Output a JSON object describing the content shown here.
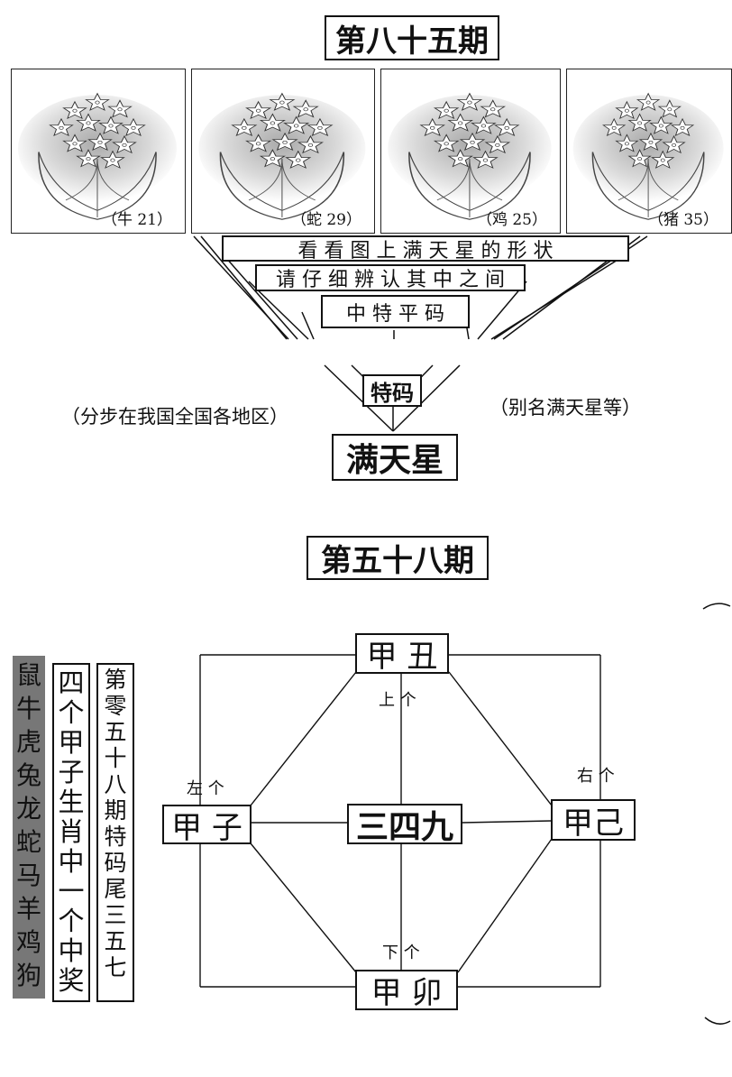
{
  "top": {
    "title": "第八十五期",
    "panels": [
      {
        "label": "（牛 21）"
      },
      {
        "label": "（蛇 29）"
      },
      {
        "label": "（鸡 25）"
      },
      {
        "label": "（猪 35）"
      }
    ],
    "line1": "看 看 图 上 满 天 星 的 形 状",
    "line2": "请 仔 细 辨 认 其 中 之 间",
    "line3": "中 特 平 码",
    "tema": "特码",
    "left_note": "（分步在我国全国各地区）",
    "right_note": "（别名满天星等）",
    "answer": "满天星"
  },
  "bottom": {
    "title": "第五十八期",
    "zodiac_column": "鼠牛虎兔龙蛇马羊鸡狗",
    "middle_column": "四个甲子生肖中一个中奖",
    "right_column": "第零五十八期特码尾三五七",
    "nodes": {
      "top": "甲 丑",
      "left": "甲 子",
      "right": "甲己",
      "bottom": "甲 卯",
      "center": "三四九"
    },
    "edge_labels": {
      "upper": "上 个",
      "left": "左 个",
      "right": "右 个",
      "lower": "下 个"
    }
  }
}
